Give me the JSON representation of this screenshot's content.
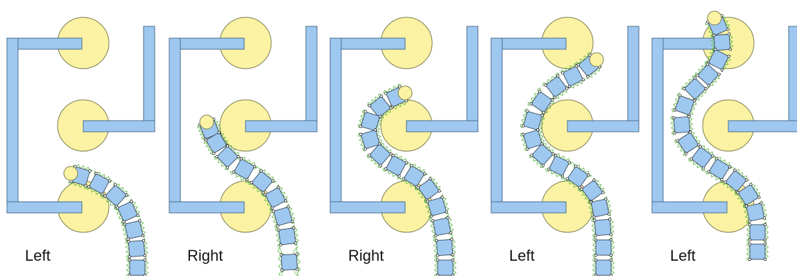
{
  "figure": {
    "panels": [
      {
        "label": "Left"
      },
      {
        "label": "Right"
      },
      {
        "label": "Right"
      },
      {
        "label": "Left"
      },
      {
        "label": "Left"
      }
    ]
  },
  "colors": {
    "wall": "#9ec8f0",
    "wall_stroke": "#4a6b8c",
    "ball": "#fbf3a3",
    "ball_stroke": "#7a7a50",
    "segment": "#9ec8f0",
    "segment_stroke": "#445566",
    "spring": "#6dbf5a"
  }
}
